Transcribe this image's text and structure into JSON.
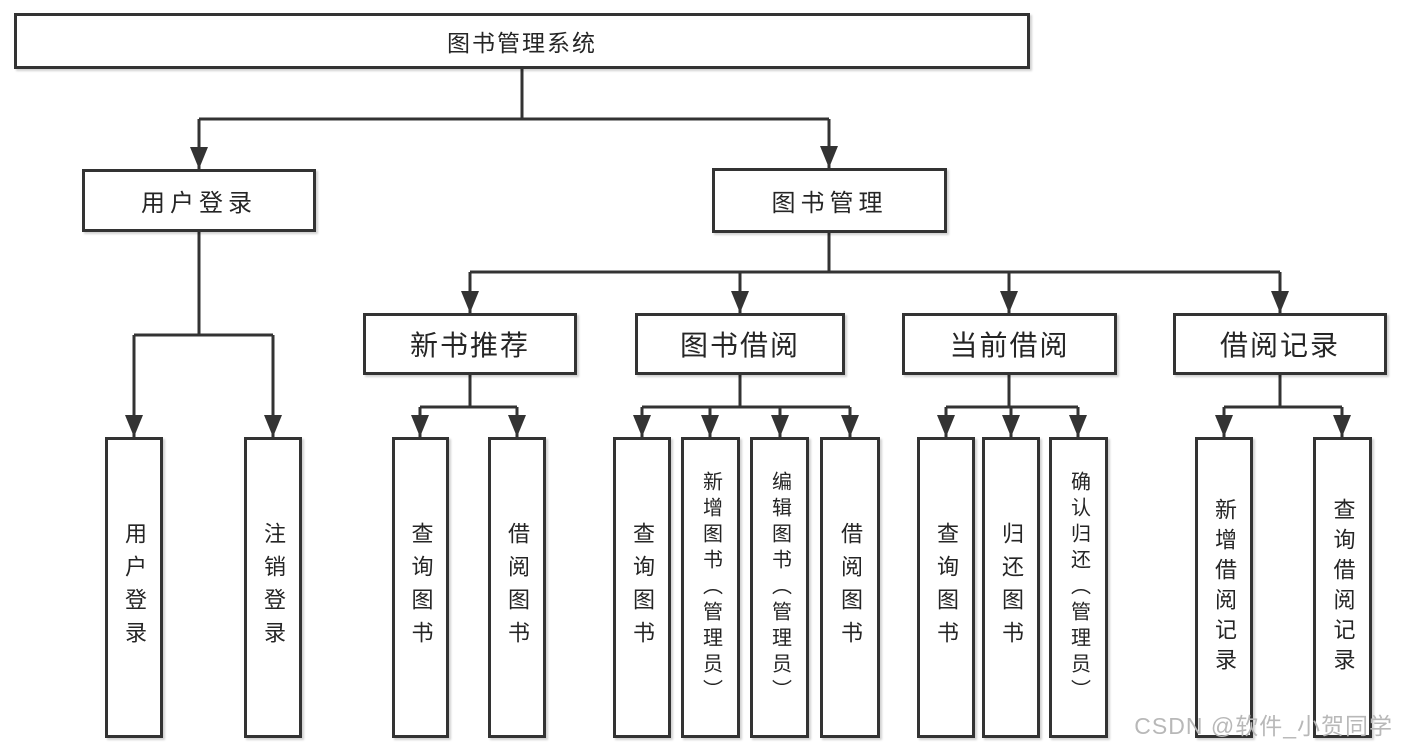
{
  "tree": {
    "label": "图书管理系统",
    "children": [
      {
        "label": "用户登录",
        "children": [
          {
            "label": "用户登录"
          },
          {
            "label": "注销登录"
          }
        ]
      },
      {
        "label": "图书管理",
        "children": [
          {
            "label": "新书推荐",
            "children": [
              {
                "label": "查询图书"
              },
              {
                "label": "借阅图书"
              }
            ]
          },
          {
            "label": "图书借阅",
            "children": [
              {
                "label": "查询图书"
              },
              {
                "label": "新增图书（管理员）"
              },
              {
                "label": "编辑图书（管理员）"
              },
              {
                "label": "借阅图书"
              }
            ]
          },
          {
            "label": "当前借阅",
            "children": [
              {
                "label": "查询图书"
              },
              {
                "label": "归还图书"
              },
              {
                "label": "确认归还（管理员）"
              }
            ]
          },
          {
            "label": "借阅记录",
            "children": [
              {
                "label": "新增借阅记录"
              },
              {
                "label": "查询借阅记录"
              }
            ]
          }
        ]
      }
    ]
  },
  "watermark": {
    "text": "CSDN @软件_小贺同学"
  },
  "colors": {
    "line": "#333333",
    "box_border": "#333333",
    "box_fill": "#ffffff",
    "text": "#252525",
    "watermark": "#b8b8b8",
    "background": "#ffffff"
  }
}
